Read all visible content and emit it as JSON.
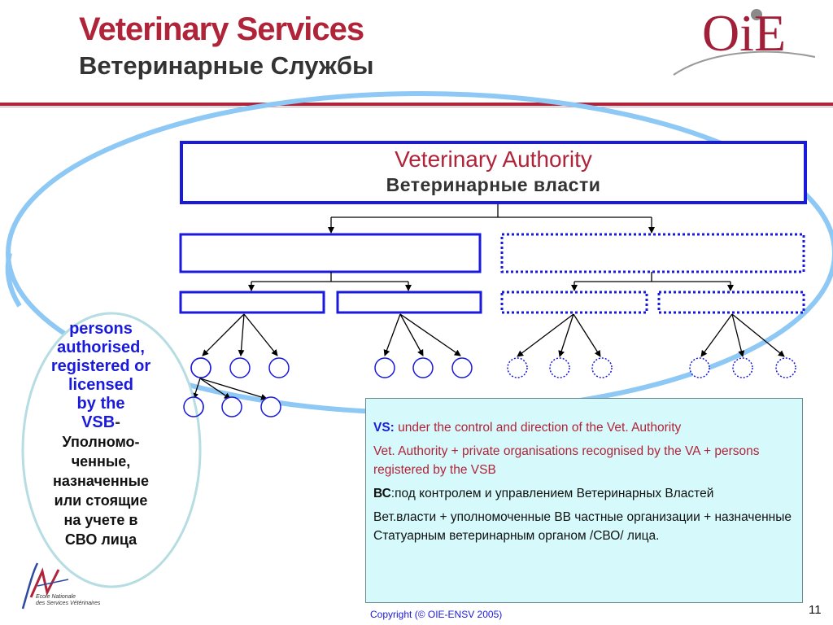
{
  "header": {
    "title_en": "Veterinary Services",
    "title_ru": "Ветеринарные Службы",
    "logo_text": "OiE"
  },
  "colors": {
    "brand_red": "#b0243a",
    "diagram_blue": "#1a1adc",
    "oval_light_blue": "#8ec8f4",
    "oval_pale": "#cde9ec",
    "legend_bg": "#d6fafb"
  },
  "authority": {
    "title_en": "Veterinary Authority",
    "title_ru": "Ветеринарные власти"
  },
  "left_oval": {
    "en_line1": "persons",
    "en_line2": "authorised,",
    "en_line3": "registered or",
    "en_line4": "licensed",
    "en_line5": "by the",
    "en_line6": "VSB",
    "en_dash": "-",
    "ru_line1": "Уполномо-",
    "ru_line2": "ченные,",
    "ru_line3": "назначенные",
    "ru_line4": "или стоящие",
    "ru_line5": "на учете  в",
    "ru_line6": "СВО лица"
  },
  "legend": {
    "vs_label": "VS:",
    "vs_text": " under the control and direction of the Vet. Authority",
    "va_line": "Vet. Authority + private organisations recognised by the VA + persons registered by the VSB",
    "bc_label": "ВС",
    "bc_text": ":под контролем и управлением Ветеринарных Властей",
    "ru_line": "Вет.власти + уполномоченные ВВ частные организации + назначенные  Статуарным ветеринарным органом /СВО/ лица."
  },
  "footer": {
    "copyright": "Copyright (© OIE-ENSV 2005)",
    "page_number": "11",
    "ensv_line1": "Ecole Nationale",
    "ensv_line2": "des Services Vétérinaires"
  }
}
